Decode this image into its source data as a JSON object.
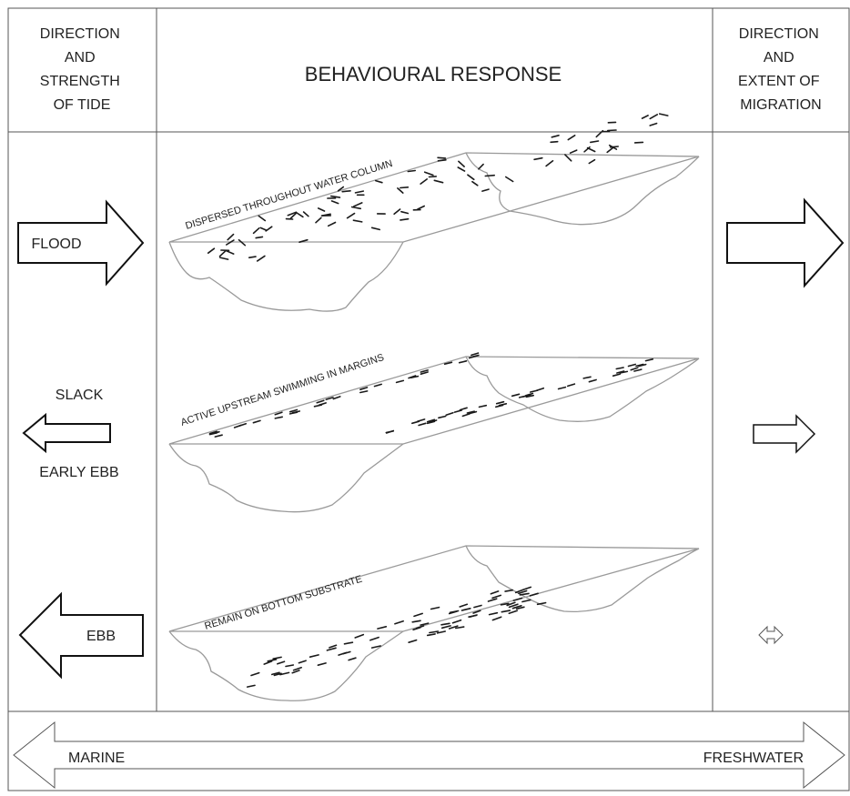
{
  "headers": {
    "tide": [
      "DIRECTION",
      "AND",
      "STRENGTH",
      "OF TIDE"
    ],
    "response": "BEHAVIOURAL RESPONSE",
    "migration": [
      "DIRECTION",
      "AND",
      "EXTENT OF",
      "MIGRATION"
    ]
  },
  "tide": {
    "flood": "FLOOD",
    "slack": "SLACK",
    "early_ebb": "EARLY EBB",
    "ebb": "EBB"
  },
  "responses": {
    "flood": "DISPERSED THROUGHOUT WATER COLUMN",
    "slack": "ACTIVE UPSTREAM SWIMMING IN MARGINS",
    "ebb": "REMAIN ON BOTTOM SUBSTRATE"
  },
  "gradient": {
    "left": "MARINE",
    "right": "FRESHWATER"
  }
}
